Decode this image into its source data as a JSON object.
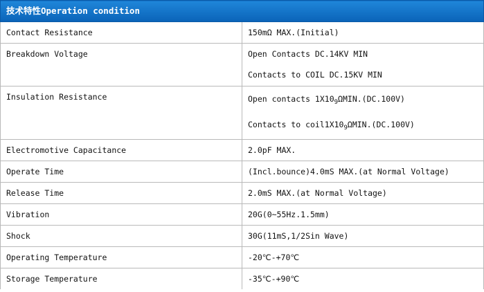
{
  "header": {
    "title": "技术特性Operation condition"
  },
  "rows": [
    {
      "label": "Contact Resistance",
      "values": [
        "150mΩ  MAX.(Initial)"
      ]
    },
    {
      "label": "Breakdown Voltage",
      "values": [
        "Open Contacts DC.14KV MIN",
        "Contacts to COIL DC.15KV MIN"
      ]
    },
    {
      "label": "Insulation Resistance",
      "values": [
        {
          "pre": "Open contacts 1X10",
          "sub": "9",
          "post": "ΩMIN.(DC.100V)"
        },
        {
          "pre": "Contacts to coil1X10",
          "sub": "9",
          "post": "ΩMIN.(DC.100V)"
        }
      ]
    },
    {
      "label": "Electromotive Capacitance",
      "values": [
        "2.0pF MAX."
      ]
    },
    {
      "label": "Operate Time",
      "values": [
        "(Incl.bounce)4.0mS MAX.(at Normal Voltage)"
      ]
    },
    {
      "label": "Release Time",
      "values": [
        "2.0mS MAX.(at Normal Voltage)"
      ]
    },
    {
      "label": "Vibration",
      "values": [
        "20G(0~55Hz.1.5mm)"
      ]
    },
    {
      "label": "Shock",
      "values": [
        "30G(11mS,1/2Sin Wave)"
      ]
    },
    {
      "label": "Operating Temperature",
      "values": [
        "-20℃-+70℃"
      ]
    },
    {
      "label": "Storage Temperature",
      "values": [
        "-35℃-+90℃"
      ]
    }
  ]
}
